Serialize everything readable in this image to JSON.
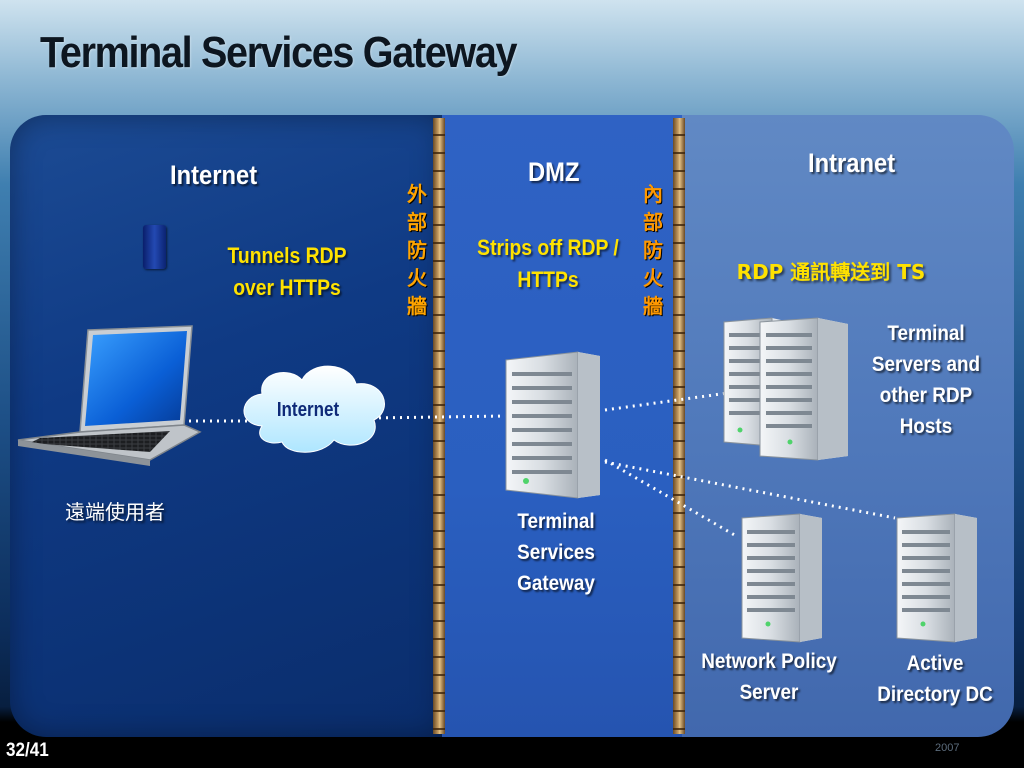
{
  "slide": {
    "title": "Terminal Services Gateway",
    "page_number": "32/41",
    "footer_year": "2007"
  },
  "zones": {
    "internet": "Internet",
    "dmz": "DMZ",
    "intranet": "Intranet"
  },
  "firewalls": {
    "outer": [
      "外",
      "部",
      "防",
      "火",
      "牆"
    ],
    "inner": [
      "內",
      "部",
      "防",
      "火",
      "牆"
    ]
  },
  "annotations": {
    "tunnels": [
      "Tunnels RDP",
      "over HTTPs"
    ],
    "strips": [
      "Strips off RDP /",
      "HTTPs"
    ],
    "forwards": "RDP 通訊轉送到 TS"
  },
  "nodes": {
    "remote_user": "遠端使用者",
    "cloud": "Internet",
    "gateway": [
      "Terminal",
      "Services",
      "Gateway"
    ],
    "terminal_servers": [
      "Terminal",
      "Servers  and",
      "other RDP",
      "Hosts"
    ],
    "nps": [
      "Network Policy",
      "Server"
    ],
    "ad": [
      "Active",
      "Directory DC"
    ]
  },
  "colors": {
    "annotation_yellow": "#ffe200",
    "firewall_label": "#ffa400",
    "connector": "#ffffff"
  }
}
